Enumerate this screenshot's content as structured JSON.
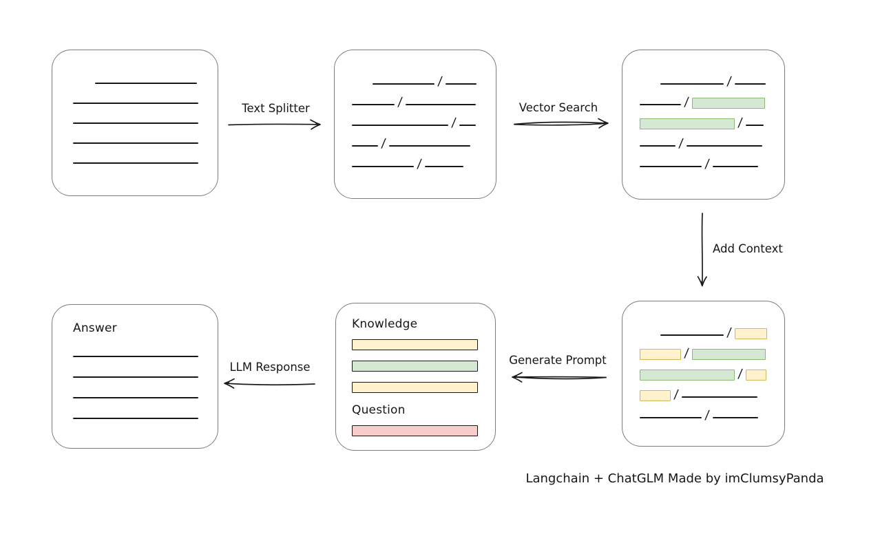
{
  "caption": "Langchain + ChatGLM Made by imClumsyPanda",
  "labels": {
    "text_splitter": "Text Splitter",
    "vector_search": "Vector Search",
    "add_context": "Add Context",
    "generate_prompt": "Generate Prompt",
    "llm_response": "LLM Response"
  },
  "colors": {
    "green_fill": "#d5e8d4",
    "green_border": "#8cbb70",
    "yellow_fill": "#fff2cc",
    "yellow_border": "#d6b656",
    "red_fill": "#f8cecc",
    "red_border": "#b85450",
    "box_border": "#7b7b7b",
    "stroke": "#1a1a1a"
  },
  "source_document": {
    "lines": [
      {
        "indent": 32,
        "w": 148
      },
      {
        "indent": 0,
        "w": 182
      },
      {
        "indent": 0,
        "w": 182
      },
      {
        "indent": 0,
        "w": 182
      },
      {
        "indent": 0,
        "w": 182
      }
    ]
  },
  "split_chunks": {
    "rows": [
      [
        {
          "t": "gap",
          "w": 30
        },
        {
          "t": "line",
          "w": 90
        },
        {
          "t": "slash"
        },
        {
          "t": "line",
          "w": 45
        }
      ],
      [
        {
          "t": "line",
          "w": 62
        },
        {
          "t": "slash"
        },
        {
          "t": "line",
          "w": 102
        }
      ],
      [
        {
          "t": "line",
          "w": 140
        },
        {
          "t": "slash"
        },
        {
          "t": "line",
          "w": 24
        }
      ],
      [
        {
          "t": "line",
          "w": 38
        },
        {
          "t": "slash"
        },
        {
          "t": "line",
          "w": 118
        }
      ],
      [
        {
          "t": "line",
          "w": 90
        },
        {
          "t": "slash"
        },
        {
          "t": "line",
          "w": 56
        }
      ]
    ]
  },
  "vector_result": {
    "rows": [
      [
        {
          "t": "gap",
          "w": 30
        },
        {
          "t": "line",
          "w": 92
        },
        {
          "t": "slash"
        },
        {
          "t": "line",
          "w": 45
        }
      ],
      [
        {
          "t": "line",
          "w": 60
        },
        {
          "t": "slash"
        },
        {
          "t": "green",
          "w": 106
        }
      ],
      [
        {
          "t": "green",
          "w": 138
        },
        {
          "t": "slash"
        },
        {
          "t": "line",
          "w": 26
        }
      ],
      [
        {
          "t": "line",
          "w": 52
        },
        {
          "t": "slash"
        },
        {
          "t": "line",
          "w": 110
        }
      ],
      [
        {
          "t": "line",
          "w": 90
        },
        {
          "t": "slash"
        },
        {
          "t": "line",
          "w": 66
        }
      ]
    ]
  },
  "context_result": {
    "rows": [
      [
        {
          "t": "gap",
          "w": 30
        },
        {
          "t": "line",
          "w": 92
        },
        {
          "t": "slash"
        },
        {
          "t": "yellow",
          "w": 47
        }
      ],
      [
        {
          "t": "yellow",
          "w": 60
        },
        {
          "t": "slash"
        },
        {
          "t": "green",
          "w": 107
        }
      ],
      [
        {
          "t": "green",
          "w": 138
        },
        {
          "t": "slash"
        },
        {
          "t": "yellow",
          "w": 30
        }
      ],
      [
        {
          "t": "yellow",
          "w": 45
        },
        {
          "t": "slash"
        },
        {
          "t": "line",
          "w": 110
        }
      ],
      [
        {
          "t": "line",
          "w": 90
        },
        {
          "t": "slash"
        },
        {
          "t": "line",
          "w": 66
        }
      ]
    ]
  },
  "prompt_box": {
    "knowledge_label": "Knowledge",
    "question_label": "Question",
    "knowledge_bars": [
      {
        "c": "yellow",
        "w": 183
      },
      {
        "c": "green",
        "w": 183
      },
      {
        "c": "yellow",
        "w": 183
      }
    ],
    "question_bars": [
      {
        "c": "red",
        "w": 183
      }
    ]
  },
  "answer_box": {
    "label": "Answer",
    "lines": [
      {
        "indent": 0,
        "w": 182
      },
      {
        "indent": 0,
        "w": 182
      },
      {
        "indent": 0,
        "w": 182
      },
      {
        "indent": 0,
        "w": 182
      }
    ]
  }
}
